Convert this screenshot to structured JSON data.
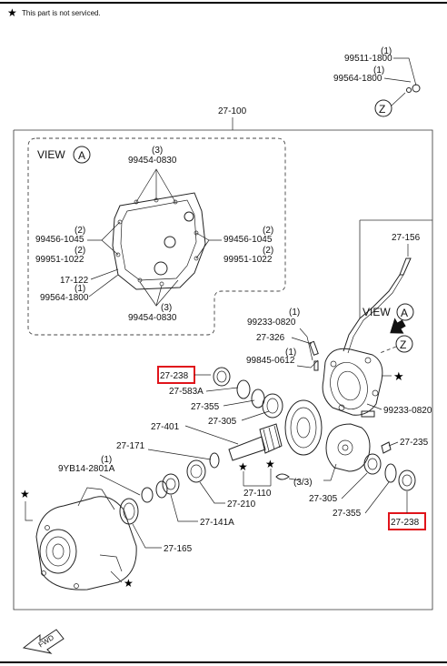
{
  "legend": {
    "text": "This part is not serviced."
  },
  "labels": {
    "p1": "99511-1800",
    "q1": "(1)",
    "p2": "99564-1800",
    "q2": "(1)",
    "view_z": "Z",
    "assembly": "27-100",
    "view_a_top": "VIEW",
    "view_a_circle": "A",
    "q_top": "(3)",
    "top": "99454-0830",
    "q_l1": "(2)",
    "l1": "99456-1045",
    "q_l2": "(2)",
    "l2": "99951-1022",
    "l3": "17-122",
    "q_l4": "(1)",
    "l4": "99564-1800",
    "q_r1": "(2)",
    "r1": "99456-1045",
    "q_r2": "(2)",
    "r2": "99951-1022",
    "q_bot": "(3)",
    "bot": "99454-0830",
    "p156": "27-156",
    "q_233a": "(1)",
    "p233a": "99233-0820",
    "view_a2": "VIEW",
    "view_a2_circle": "A",
    "p326": "27-326",
    "z2": "Z",
    "q_845": "(1)",
    "p845": "99845-0612",
    "p238a": "27-238",
    "p583": "27-583A",
    "p355a": "27-355",
    "p305a": "27-305",
    "p233b": "99233-0820",
    "p401": "27-401",
    "p235": "27-235",
    "p171": "27-171",
    "q_9yb": "(1)",
    "p9yb": "9YB14-2801A",
    "p33": "(3/3)",
    "p110": "27-110",
    "p210": "27-210",
    "p305b": "27-305",
    "p355b": "27-355",
    "p238b": "27-238",
    "p141": "27-141A",
    "p165": "27-165",
    "fwd": "FWD"
  },
  "colors": {
    "highlight": "#e0141b",
    "line": "#222222"
  },
  "icons": {
    "star": "star-icon",
    "fwd": "fwd-arrow-icon"
  }
}
